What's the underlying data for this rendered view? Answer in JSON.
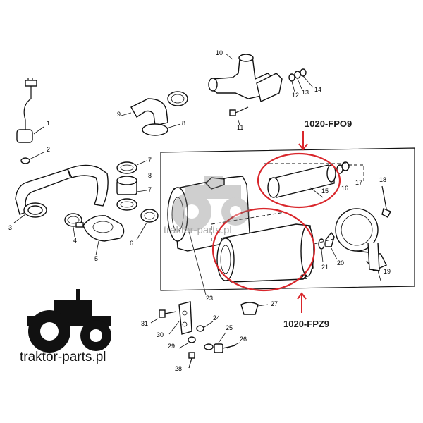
{
  "part_numbers": [
    "1",
    "2",
    "3",
    "4",
    "5",
    "6",
    "7",
    "7",
    "8",
    "8",
    "9",
    "10",
    "11",
    "12",
    "13",
    "14",
    "15",
    "16",
    "17",
    "18",
    "19",
    "20",
    "21",
    "22",
    "23",
    "24",
    "25",
    "26",
    "27",
    "28",
    "29",
    "30",
    "31"
  ],
  "callouts": {
    "upper": "1020-FPO9",
    "lower": "1020-FPZ9"
  },
  "watermark": "traktor-parts.pl",
  "logo": {
    "text": "traktor-parts.pl"
  },
  "colors": {
    "highlight": "#d9262b",
    "ink": "#111111",
    "watermark": "#bfbfbf"
  }
}
